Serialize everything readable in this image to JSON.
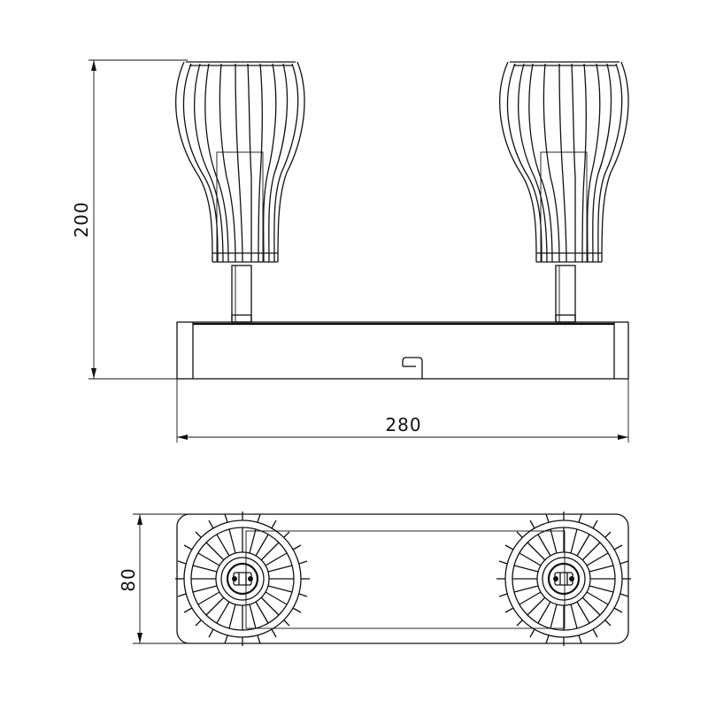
{
  "dimensions": {
    "height": "200",
    "width": "280",
    "depth": "80"
  },
  "colors": {
    "line": "#111111",
    "background": "#ffffff"
  }
}
